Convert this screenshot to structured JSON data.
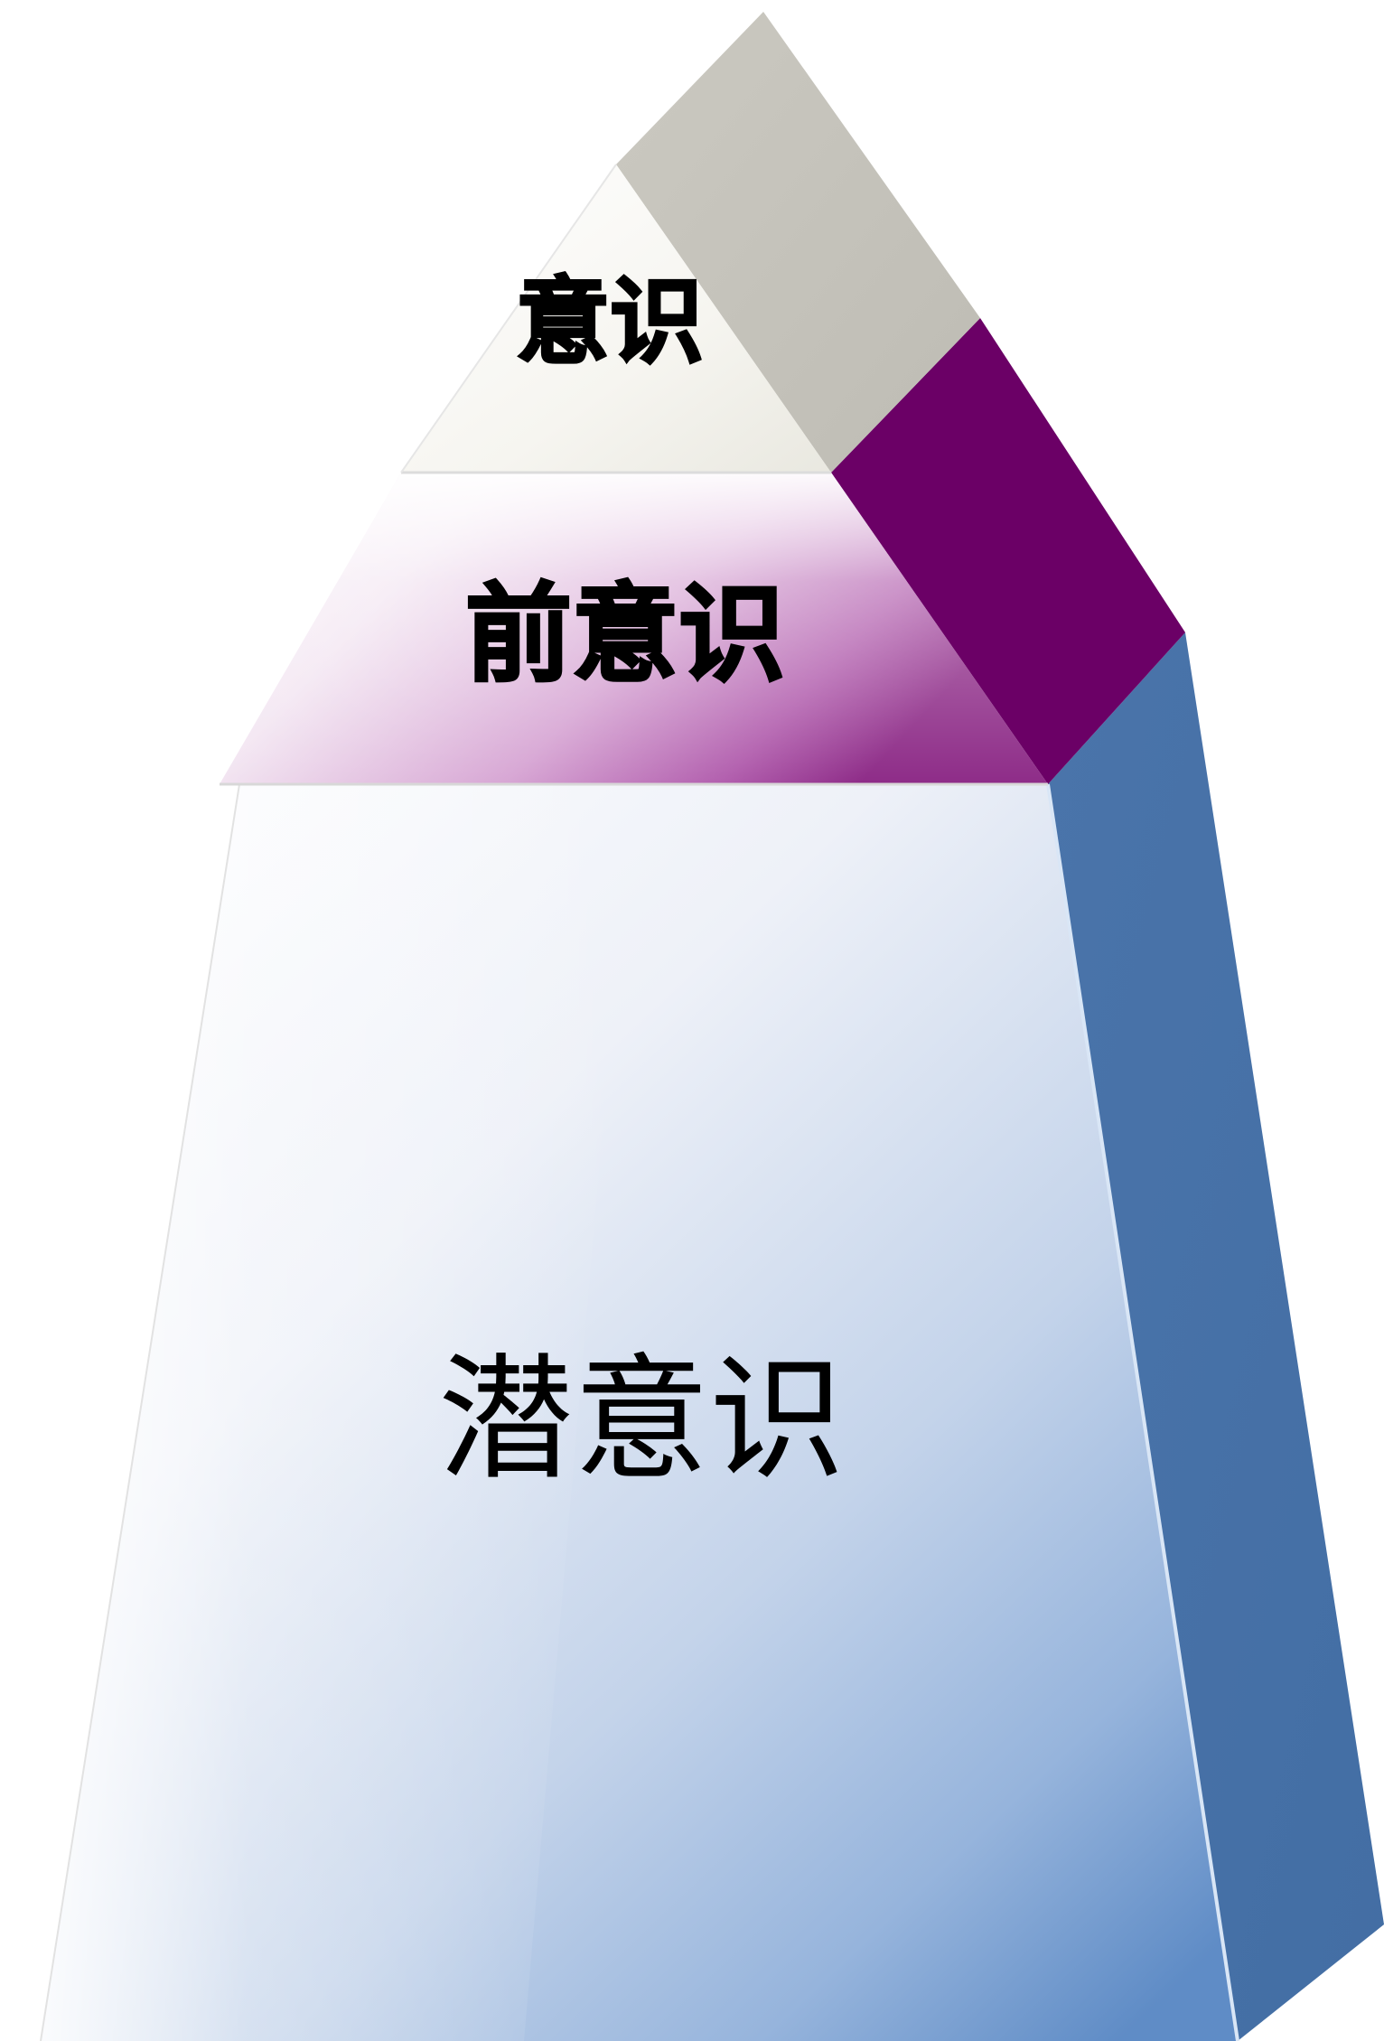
{
  "diagram": {
    "tiers": [
      {
        "id": "top",
        "label": "意识",
        "face_color": "#f3f2ec",
        "side_color": "#c5c3bb"
      },
      {
        "id": "middle",
        "label": "前意识",
        "face_color": "#c693c8",
        "side_color": "#6b0066"
      },
      {
        "id": "bottom",
        "label": "潜意识",
        "face_color": "#9bb8dc",
        "side_color": "#4870a6"
      }
    ]
  }
}
